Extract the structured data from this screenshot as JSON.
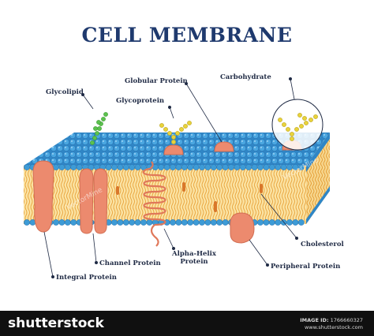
{
  "title": "CELL MEMBRANE",
  "labels": {
    "glycolipid": "Glycolipid",
    "globular_protein": "Globular Protein",
    "carbohydrate": "Carbohydrate",
    "glycoprotein": "Glycoprotein",
    "cholesterol": "Cholesterol",
    "alpha_helix_line1": "Alpha-Helix",
    "alpha_helix_line2": "Protein",
    "channel_protein": "Channel Protein",
    "peripheral_protein": "Peripheral Protein",
    "integral_protein": "Integral Protein"
  },
  "watermark": "VectorMine",
  "footer": {
    "brand": "shutterstock",
    "image_id_label": "IMAGE ID:",
    "image_id": "1766660327",
    "site": "www.shutterstock.com"
  },
  "colors": {
    "title": "#1f3a6e",
    "head_blue": "#3d9bd6",
    "tail_orange": "#e8a23a",
    "core_yellow": "#fbe3a3",
    "protein_salmon": "#ec8a6e",
    "sugar_yellow": "#e9d33a",
    "glycolipid_green": "#5cc24e"
  }
}
